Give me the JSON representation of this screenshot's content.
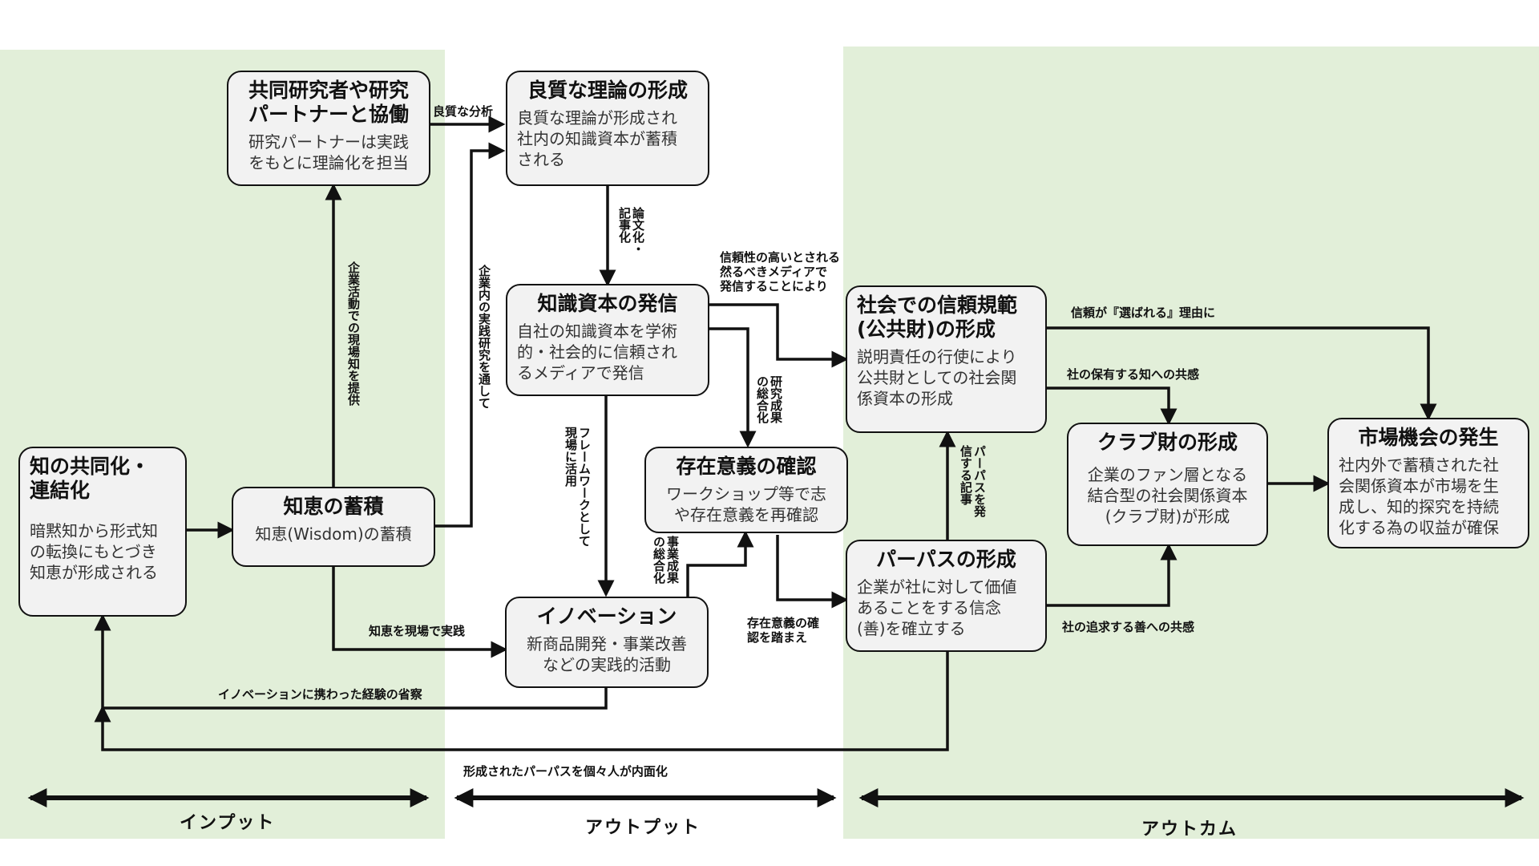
{
  "nodes": {
    "collab": {
      "title": "共同研究者や研究\nパートナーと協働",
      "desc": "研究パートナーは実践\nをもとに理論化を担当"
    },
    "theory": {
      "title": "良質な理論の形成",
      "desc": "良質な理論が形成され\n社内の知識資本が蓄積\nされる"
    },
    "publish": {
      "title": "知識資本の発信",
      "desc": "自社の知識資本を学術\n的・社会的に信頼され\nるメディアで発信"
    },
    "trust": {
      "title": "社会での信頼規範\n(公共財)の形成",
      "desc": "説明責任の行使により\n公共財としての社会関\n係資本の形成"
    },
    "socialize": {
      "title": "知の共同化・\n連結化",
      "desc": "暗黙知から形式知\nの転換にもとづき\n知恵が形成される"
    },
    "wisdom": {
      "title": "知恵の蓄積",
      "desc": "知恵(Wisdom)の蓄積"
    },
    "raison": {
      "title": "存在意義の確認",
      "desc": "ワークショップ等で志\nや存在意義を再確認"
    },
    "club": {
      "title": "クラブ財の形成",
      "desc": "企業のファン層となる\n結合型の社会関係資本\n(クラブ財)が形成"
    },
    "market": {
      "title": "市場機会の発生",
      "desc": "社内外で蓄積された社\n会関係資本が市場を生\n成し、知的探究を持続\n化する為の収益が確保"
    },
    "purpose": {
      "title": "パーパスの形成",
      "desc": "企業が社に対して価値\nあることをする信念\n(善)を確立する"
    },
    "innovation": {
      "title": "イノベーション",
      "desc": "新商品開発・事業改善\nなどの実践的活動"
    }
  },
  "edge_labels": {
    "good_analysis": "良質な分析",
    "paper_article": "論文化・\n記事化",
    "credible_media": "信頼性の高いとされる\n然るべきメディアで\n発信することにより",
    "chosen_reason": "信頼が『選ばれる』理由に",
    "empathy_knowledge": "社の保有する知への共感",
    "site_knowledge": "企業活動での現場知を提供",
    "internal_practice": "企業内の実践研究を通して",
    "research_summary": "研究成果\nの総合化",
    "framework": "フレームワークとして\n現場に活用",
    "business_summary": "事業成果\nの総合化",
    "purpose_article": "パーパスを発\n信する記事",
    "apply_wisdom": "知恵を現場で実践",
    "based_on_raison": "存在意義の確\n認を踏まえ",
    "empathy_good": "社の追求する善への共感",
    "innovation_reflection": "イノベーションに携わった経験の省察",
    "internalize_purpose": "形成されたパーパスを個々人が内面化"
  },
  "zones": {
    "input": "インプット",
    "output": "アウトプット",
    "outcome": "アウトカム"
  },
  "colors": {
    "zone_fill": "#e2efd9",
    "box_fill": "#f2f2f2",
    "line": "#111111"
  }
}
